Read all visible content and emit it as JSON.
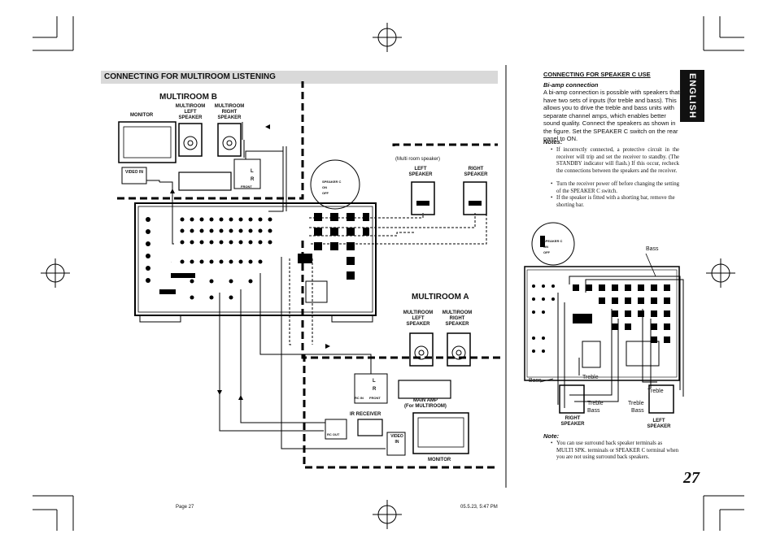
{
  "page": {
    "number": "27",
    "tab": "ENGLISH",
    "footer_left": "Page 27",
    "footer_right": "05.5.23, 5:47 PM"
  },
  "left": {
    "header": "CONNECTING FOR MULTIROOM LISTENING",
    "multiroom_b": "MULTIROOM B",
    "multiroom_a": "MULTIROOM A",
    "monitor": "MONITOR",
    "mr_left": "MULTIROOM\nLEFT\nSPEAKER",
    "mr_right": "MULTIROOM\nRIGHT\nSPEAKER",
    "video_in": "VIDEO IN",
    "video_in2": "VIDEO\nIN",
    "front": "FRONT",
    "l": "L",
    "r": "R",
    "multi_room_speaker": "(Multi room speaker)",
    "left_speaker": "LEFT\nSPEAKER",
    "right_speaker": "RIGHT\nSPEAKER",
    "rc_in": "RC IN",
    "main_amp": "MAIN AMP\n(For MULTIROOM)",
    "ir_receiver": "IR RECEIVER",
    "rc_out": "RC OUT",
    "monitor2": "MONITOR",
    "spk_c_on": "SPEAKER C\nON\nOFF"
  },
  "right": {
    "title": "CONNECTING FOR SPEAKER C USE",
    "subtitle": "Bi-amp connection",
    "body": "A bi-amp connection is possible with speakers that have two sets of inputs (for treble and bass). This allows you to drive the treble and bass units with separate channel amps, which enables better sound quality. Connect the speakers as shown in the figure. Set the SPEAKER C switch on the rear panel to ON.",
    "notes_label": "Notes:",
    "notes": [
      "If incorrectly connected, a protective circuit in the receiver will trip and set the receiver to standby. (The STANDBY indicator will flash.) If this occur, recheck the connections between the speakers and the receiver.",
      "Turn the receiver power off before changing the setting of the SPEAKER C switch.",
      "If the speaker is fitted with a shorting bar, remove the shorting bar."
    ],
    "bass": "Bass",
    "treble": "Treble",
    "treble_bass": "Treble\nBass",
    "right_speaker": "RIGHT\nSPEAKER",
    "left_speaker": "LEFT\nSPEAKER",
    "note_label": "Note:",
    "note": "You can use surround back speaker terminals as MULTI SPK. terminals or SPEAKER C terminal when you are not using surround back speakers.",
    "spk_c": "SPEAKER C\nON\nOFF"
  }
}
